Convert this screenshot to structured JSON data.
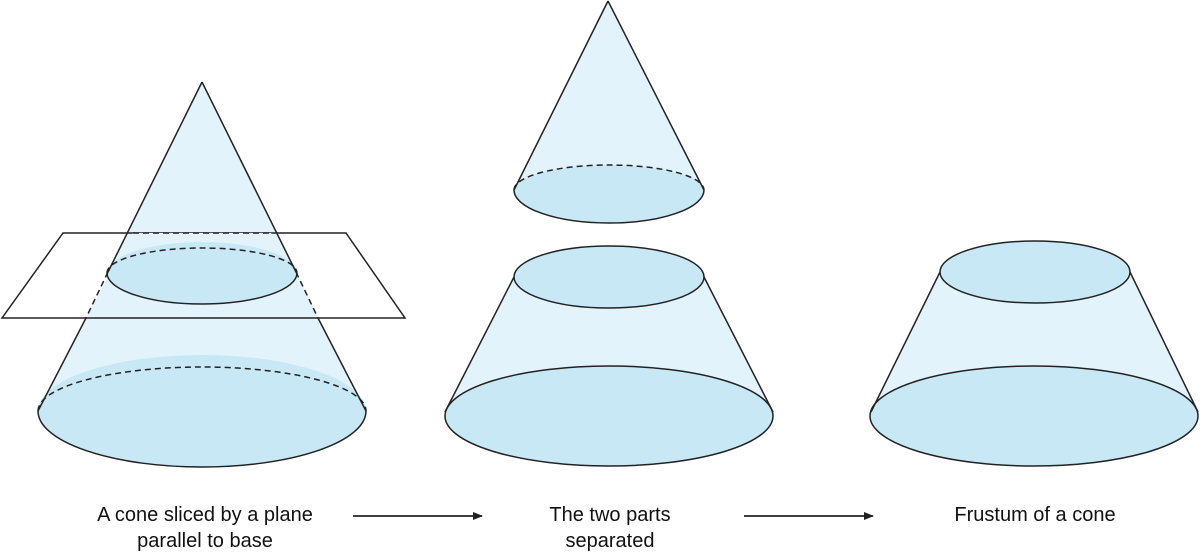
{
  "colors": {
    "fill_light": "#e3f3fb",
    "fill_ellipse": "#c9e8f6",
    "stroke": "#222222"
  },
  "captions": {
    "sliced": {
      "line1": "A cone sliced by a plane",
      "line2": "parallel to base"
    },
    "separated": {
      "line1": "The two parts",
      "line2": "separated"
    },
    "frustum": {
      "line1": "Frustum of a cone"
    }
  }
}
